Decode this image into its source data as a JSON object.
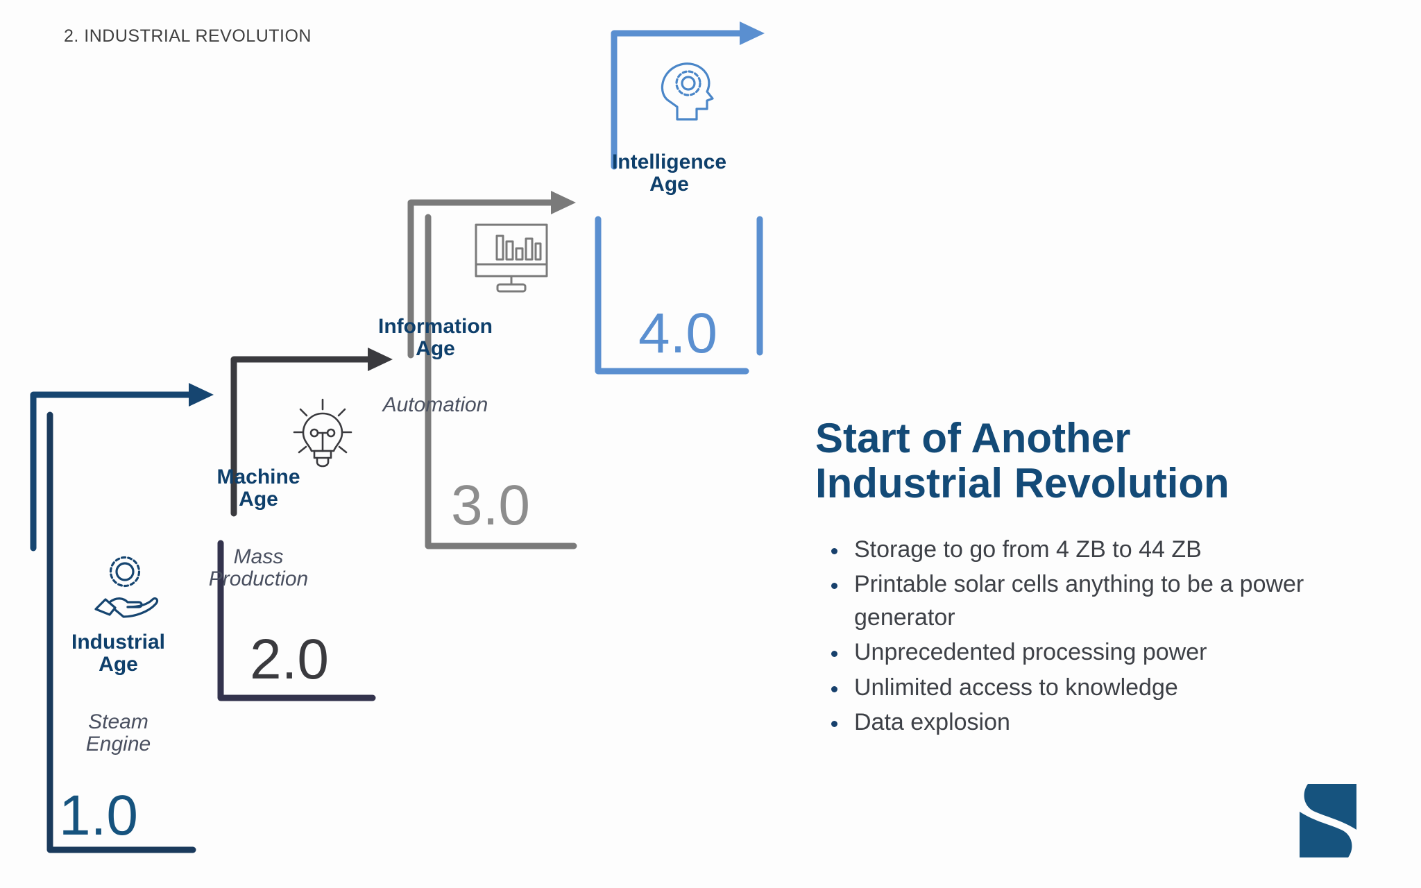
{
  "header": {
    "eyebrow": "2. INDUSTRIAL REVOLUTION"
  },
  "colors": {
    "step1": "#164570",
    "step1_bracket": "#1a3a5c",
    "step2": "#3a3a3e",
    "step2_bracket": "#33334d",
    "step3": "#7a7a7a",
    "step3_bracket": "#7a7a7a",
    "step4": "#5a8fd0",
    "step4_bracket": "#5a8fd0",
    "title_navy": "#0e3f6b",
    "headline_navy": "#134a77",
    "body_gray": "#3d4046",
    "sub_gray": "#4a5060",
    "logo_navy": "#16537e"
  },
  "staircase": {
    "steps": [
      {
        "id": "industrial-age",
        "number": "1.0",
        "title_line1": "Industrial",
        "title_line2": "Age",
        "subtitle_line1": "Steam",
        "subtitle_line2": "Engine",
        "icon": "hand-gear-icon"
      },
      {
        "id": "machine-age",
        "number": "2.0",
        "title_line1": "Machine",
        "title_line2": "Age",
        "subtitle_line1": "Mass",
        "subtitle_line2": "Production",
        "icon": "lightbulb-icon"
      },
      {
        "id": "information-age",
        "number": "3.0",
        "title_line1": "Information",
        "title_line2": "Age",
        "subtitle_line1": "Automation",
        "subtitle_line2": "",
        "icon": "monitor-chart-icon"
      },
      {
        "id": "intelligence-age",
        "number": "4.0",
        "title_line1": "Intelligence",
        "title_line2": "Age",
        "subtitle_line1": "",
        "subtitle_line2": "",
        "icon": "head-gear-icon"
      }
    ]
  },
  "right_panel": {
    "headline_line1": "Start of Another",
    "headline_line2": "Industrial Revolution",
    "bullets": [
      "Storage to go from 4 ZB to 44 ZB",
      "Printable solar cells anything to be a power generator",
      "Unprecedented processing power",
      "Unlimited access to knowledge",
      "Data explosion"
    ]
  },
  "logo": {
    "name": "s-mark-logo"
  }
}
